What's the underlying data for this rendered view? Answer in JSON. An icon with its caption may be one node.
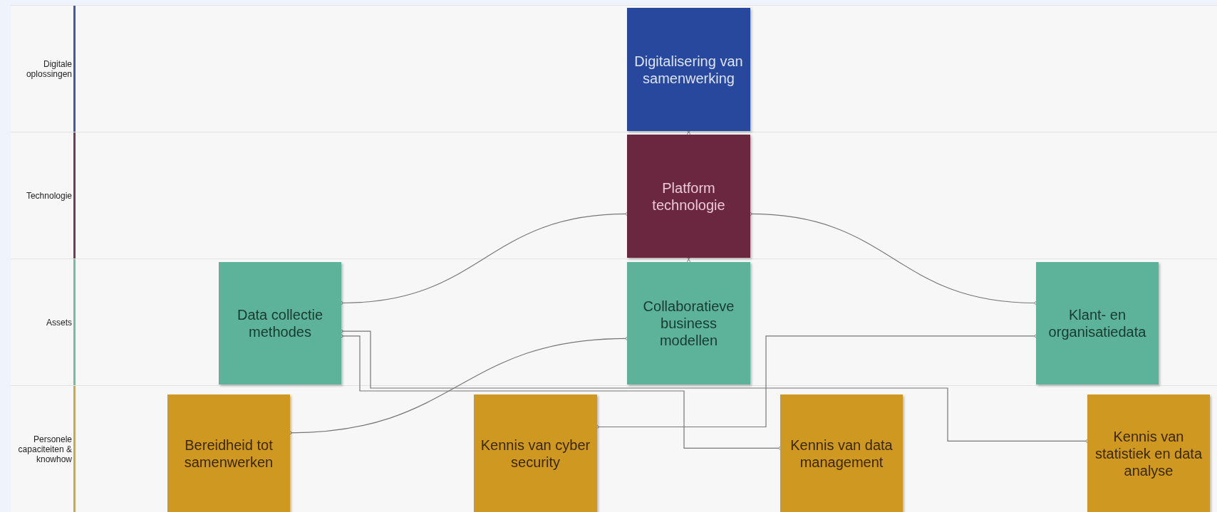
{
  "diagram": {
    "nodes": [
      {
        "text": [
          "Digitale oplossingen"
        ]
      },
      {
        "text": [
          "Technologie"
        ]
      },
      {
        "text": [
          "Assets"
        ]
      },
      {
        "text": [
          "Personele capaciteiten & knowhow"
        ]
      },
      {
        "text": [
          "Digitalisering van samenwerking"
        ],
        "in": 0
      },
      {
        "text": [
          "Platform technologie"
        ],
        "in": 1
      },
      {
        "text": [
          "Data collectie methodes"
        ],
        "in": 2
      },
      {
        "text": [
          "Collaboratieve business modellen"
        ],
        "in": 2
      },
      {
        "text": [
          "Klant- en organisatiedata"
        ],
        "in": 2
      },
      {
        "text": [
          "Bereidheid tot samenwerken"
        ],
        "in": 3
      },
      {
        "text": [
          "Kennis van cyber security"
        ],
        "in": 3
      },
      {
        "text": [
          "Kennis van data management"
        ],
        "in": 3
      },
      {
        "text": [
          "Kennis van statistiek en data analyse"
        ],
        "in": 3
      }
    ],
    "edges": [
      {
        "from": 4,
        "to": 5,
        "arrow": "other"
      },
      {
        "from": 5,
        "to": 7,
        "arrow": "other"
      },
      {
        "from": 6,
        "to": 5,
        "arrow": "other"
      },
      {
        "from": 5,
        "to": 8,
        "arrow": "other"
      },
      {
        "from": 6,
        "to": 12,
        "arrow": "other"
      },
      {
        "from": 6,
        "to": 11,
        "arrow": "other"
      },
      {
        "from": 9,
        "to": 7,
        "arrow": "other"
      },
      {
        "from": 10,
        "to": 8,
        "arrow": "other"
      }
    ]
  }
}
